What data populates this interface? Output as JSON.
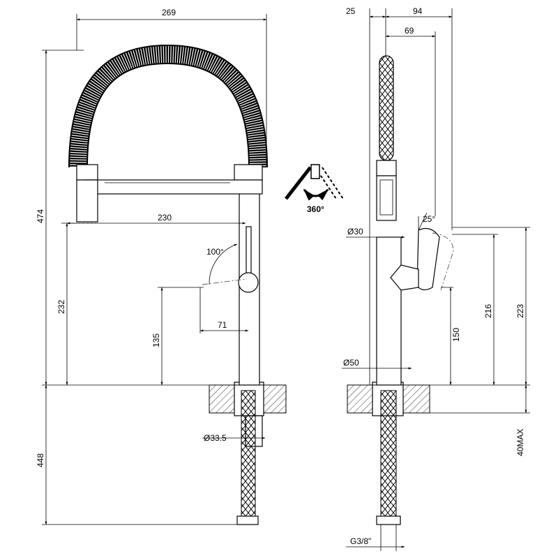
{
  "front_view": {
    "width_total": "269",
    "height_total": "474",
    "spout_reach": "230",
    "spout_height": "232",
    "lever_height": "135",
    "lever_offset": "71",
    "lever_angle": "100°",
    "hose_diameter": "Ø33.5",
    "below_deck": "448"
  },
  "side_view": {
    "dim_top_left": "25",
    "dim_top_right": "94",
    "dim_spray": "69",
    "lever_angle": "25°",
    "spray_diameter": "Ø30",
    "base_diameter": "Ø50",
    "lever_height_inner": "150",
    "lever_height": "216",
    "overall_height": "223",
    "deck_max": "40MAX",
    "connection": "G3/8\""
  },
  "rotation_symbol": {
    "label": "360°",
    "icon": "rotate-360-icon"
  }
}
